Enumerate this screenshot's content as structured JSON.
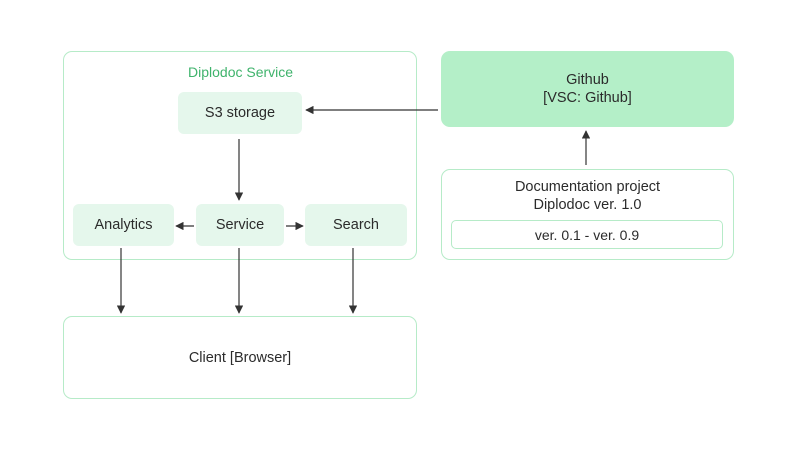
{
  "diagram": {
    "service_group": {
      "title": "Diplodoc Service"
    },
    "s3_storage": {
      "label": "S3 storage"
    },
    "service": {
      "label": "Service"
    },
    "analytics": {
      "label": "Analytics"
    },
    "search": {
      "label": "Search"
    },
    "client": {
      "label": "Client [Browser]"
    },
    "github": {
      "line1": "Github",
      "line2": "[VSC: Github]"
    },
    "doc_project": {
      "line1": "Documentation project",
      "line2": "Diplodoc ver. 1.0",
      "versions": "ver. 0.1 - ver. 0.9"
    }
  },
  "colors": {
    "outline": "#b6ebc8",
    "light_fill": "#e5f7ec",
    "strong_fill": "#b4efc8",
    "accent_text": "#3fb36c",
    "arrow": "#333333"
  }
}
